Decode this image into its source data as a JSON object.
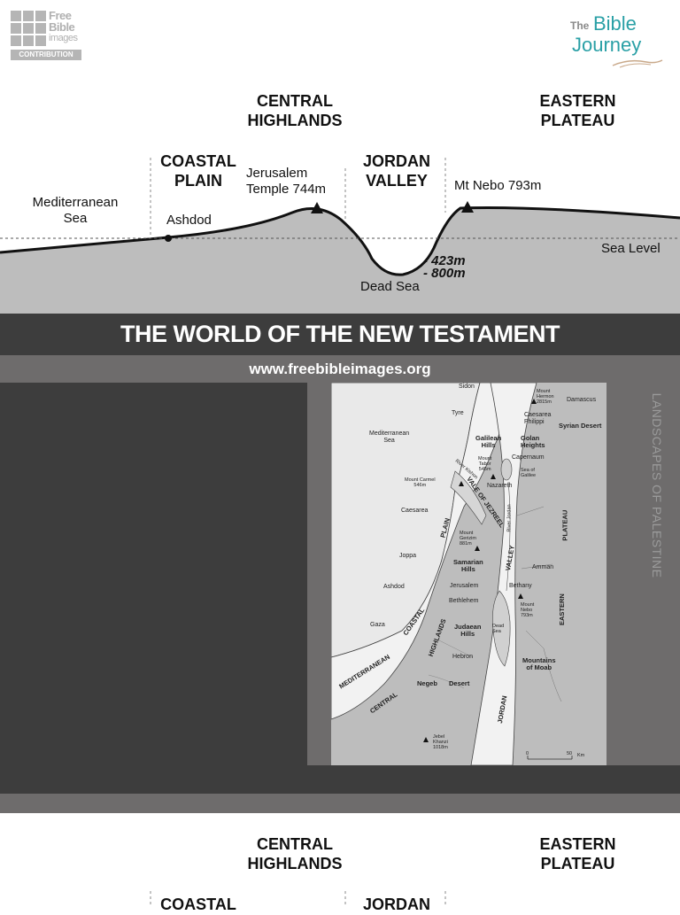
{
  "logos": {
    "free_bible_images": [
      "Free",
      "Bible",
      "images"
    ],
    "contribution": "CONTRIBUTION",
    "bible_journey_the": "The",
    "bible_journey_bible": "Bible",
    "bible_journey_journey": "Journey"
  },
  "profile": {
    "central_highlands": [
      "CENTRAL",
      "HIGHLANDS"
    ],
    "eastern_plateau": [
      "EASTERN",
      "PLATEAU"
    ],
    "coastal_plain": [
      "COASTAL",
      "PLAIN"
    ],
    "jordan_valley": [
      "JORDAN",
      "VALLEY"
    ],
    "jerusalem": [
      "Jerusalem",
      "Temple 744m"
    ],
    "mt_nebo": "Mt Nebo 793m",
    "mediterranean_sea": [
      "Mediterranean",
      "Sea"
    ],
    "ashdod": "Ashdod",
    "sea_level": "Sea Level",
    "depth1": "- 423m",
    "depth2": "- 800m",
    "dead_sea": "Dead Sea"
  },
  "banner": {
    "title": "THE WORLD OF THE NEW TESTAMENT",
    "url": "www.freebibleimages.org"
  },
  "side_label": "LANDSCAPES OF PALESTINE",
  "map": {
    "labels": {
      "sidon": "Sidon",
      "tyre": "Tyre",
      "mount_hermon": [
        "Mount",
        "Hermon",
        "2815m"
      ],
      "damascus": "Damascus",
      "caesarea_philippi": [
        "Caesarea",
        "Philippi"
      ],
      "syrian_desert": "Syrian Desert",
      "mediterranean_sea": [
        "Mediterranean",
        "Sea"
      ],
      "galilean_hills": [
        "Galilean",
        "Hills"
      ],
      "golan_heights": [
        "Golan",
        "Heights"
      ],
      "capernaum": "Capernaum",
      "mount_tabor": [
        "Mount",
        "Tabor",
        "545m"
      ],
      "sea_of_galilee": [
        "Sea of",
        "Galilee"
      ],
      "mount_carmel": [
        "Mount Carmel",
        "546m"
      ],
      "river_kishon": "River Kishon",
      "nazareth": "Nazareth",
      "vale_of_jezreel": "VALE OF JEZREEL",
      "caesarea": "Caesarea",
      "plain": "PLAIN",
      "mount_gerizim": [
        "Mount",
        "Gerizim",
        "881m"
      ],
      "river_jordan": "River Jordan",
      "plateau": "PLATEAU",
      "joppa": "Joppa",
      "samarian_hills": [
        "Samarian",
        "Hills"
      ],
      "valley": "VALLEY",
      "amman": "Amman",
      "ashdod": "Ashdod",
      "jerusalem": "Jerusalem",
      "bethany": "Bethany",
      "bethlehem": "Bethlehem",
      "mount_nebo": [
        "Mount",
        "Nebo",
        "793m"
      ],
      "eastern": "EASTERN",
      "gaza": "Gaza",
      "coastal": "COASTAL",
      "highlands": "HIGHLANDS",
      "judaean_hills": [
        "Judaean",
        "Hills"
      ],
      "dead_sea": [
        "Dead",
        "Sea"
      ],
      "hebron": "Hebron",
      "mountains_of_moab": [
        "Mountains",
        "of Moab"
      ],
      "mediterranean": "MEDITERRANEAN",
      "negeb": "Negeb",
      "desert": "Desert",
      "central": "CENTRAL",
      "jordan": "JORDAN",
      "jebel_khanzi": [
        "Jebel",
        "Khanzi",
        "1018m"
      ],
      "scale_0": "0",
      "scale_50": "50",
      "scale_km": "Km"
    }
  },
  "profile_repeat": {
    "central_highlands": [
      "CENTRAL",
      "HIGHLANDS"
    ],
    "eastern_plateau": [
      "EASTERN",
      "PLATEAU"
    ],
    "coastal": "COASTAL",
    "jordan": "JORDAN"
  },
  "colors": {
    "dark_band": "#3d3d3d",
    "mid_band": "#6e6c6c",
    "land_grey": "#bdbdbd",
    "teal": "#2aa0a6"
  }
}
